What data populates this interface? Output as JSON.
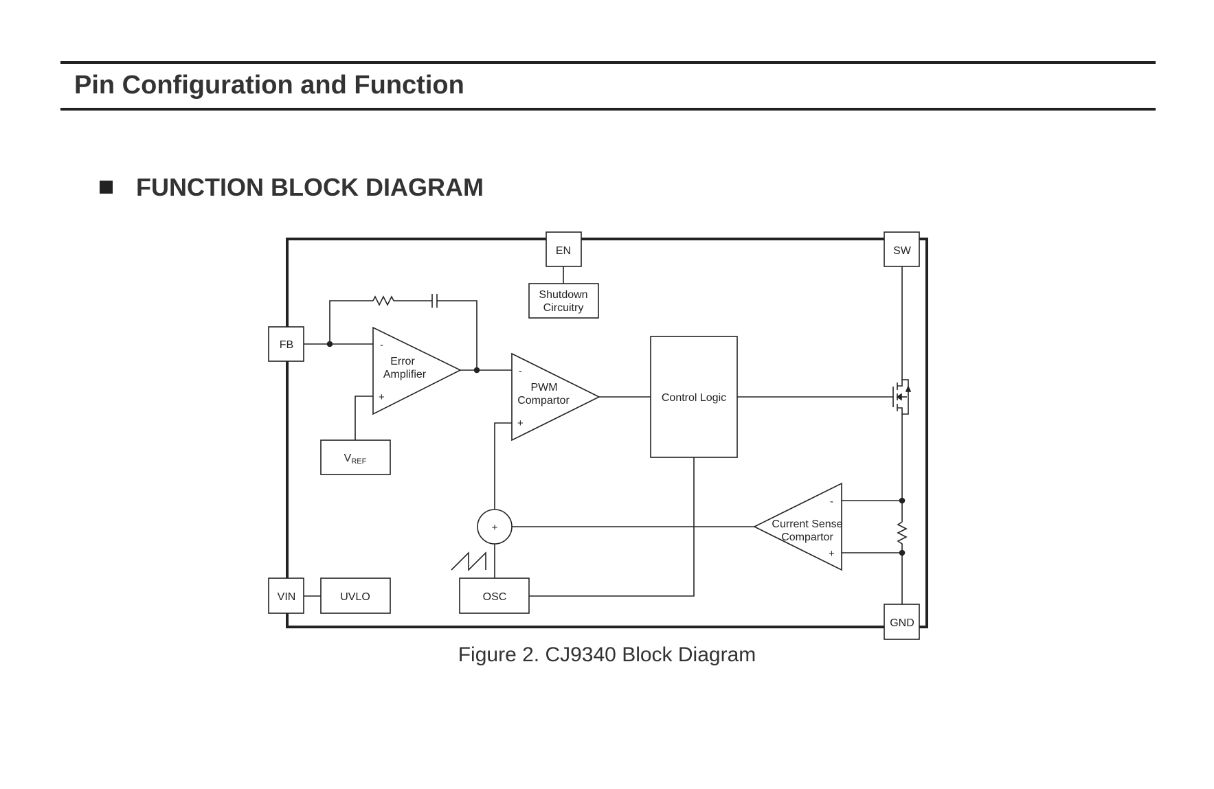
{
  "header": {
    "section_title": "Pin Configuration and Function",
    "subsection_title": "FUNCTION BLOCK DIAGRAM"
  },
  "diagram": {
    "pins": {
      "en": "EN",
      "sw": "SW",
      "fb": "FB",
      "vin": "VIN",
      "gnd": "GND"
    },
    "blocks": {
      "shutdown_line1": "Shutdown",
      "shutdown_line2": "Circuitry",
      "error_amp_line1": "Error",
      "error_amp_line2": "Amplifier",
      "pwm_line1": "PWM",
      "pwm_line2": "Compartor",
      "control_logic": "Control Logic",
      "vref_main": "V",
      "vref_sub": "REF",
      "current_sense_line1": "Current Sense",
      "current_sense_line2": "Compartor",
      "uvlo": "UVLO",
      "osc": "OSC",
      "summer": "+"
    },
    "signs": {
      "minus": "-",
      "plus": "+"
    },
    "caption": "Figure 2. CJ9340 Block Diagram"
  }
}
